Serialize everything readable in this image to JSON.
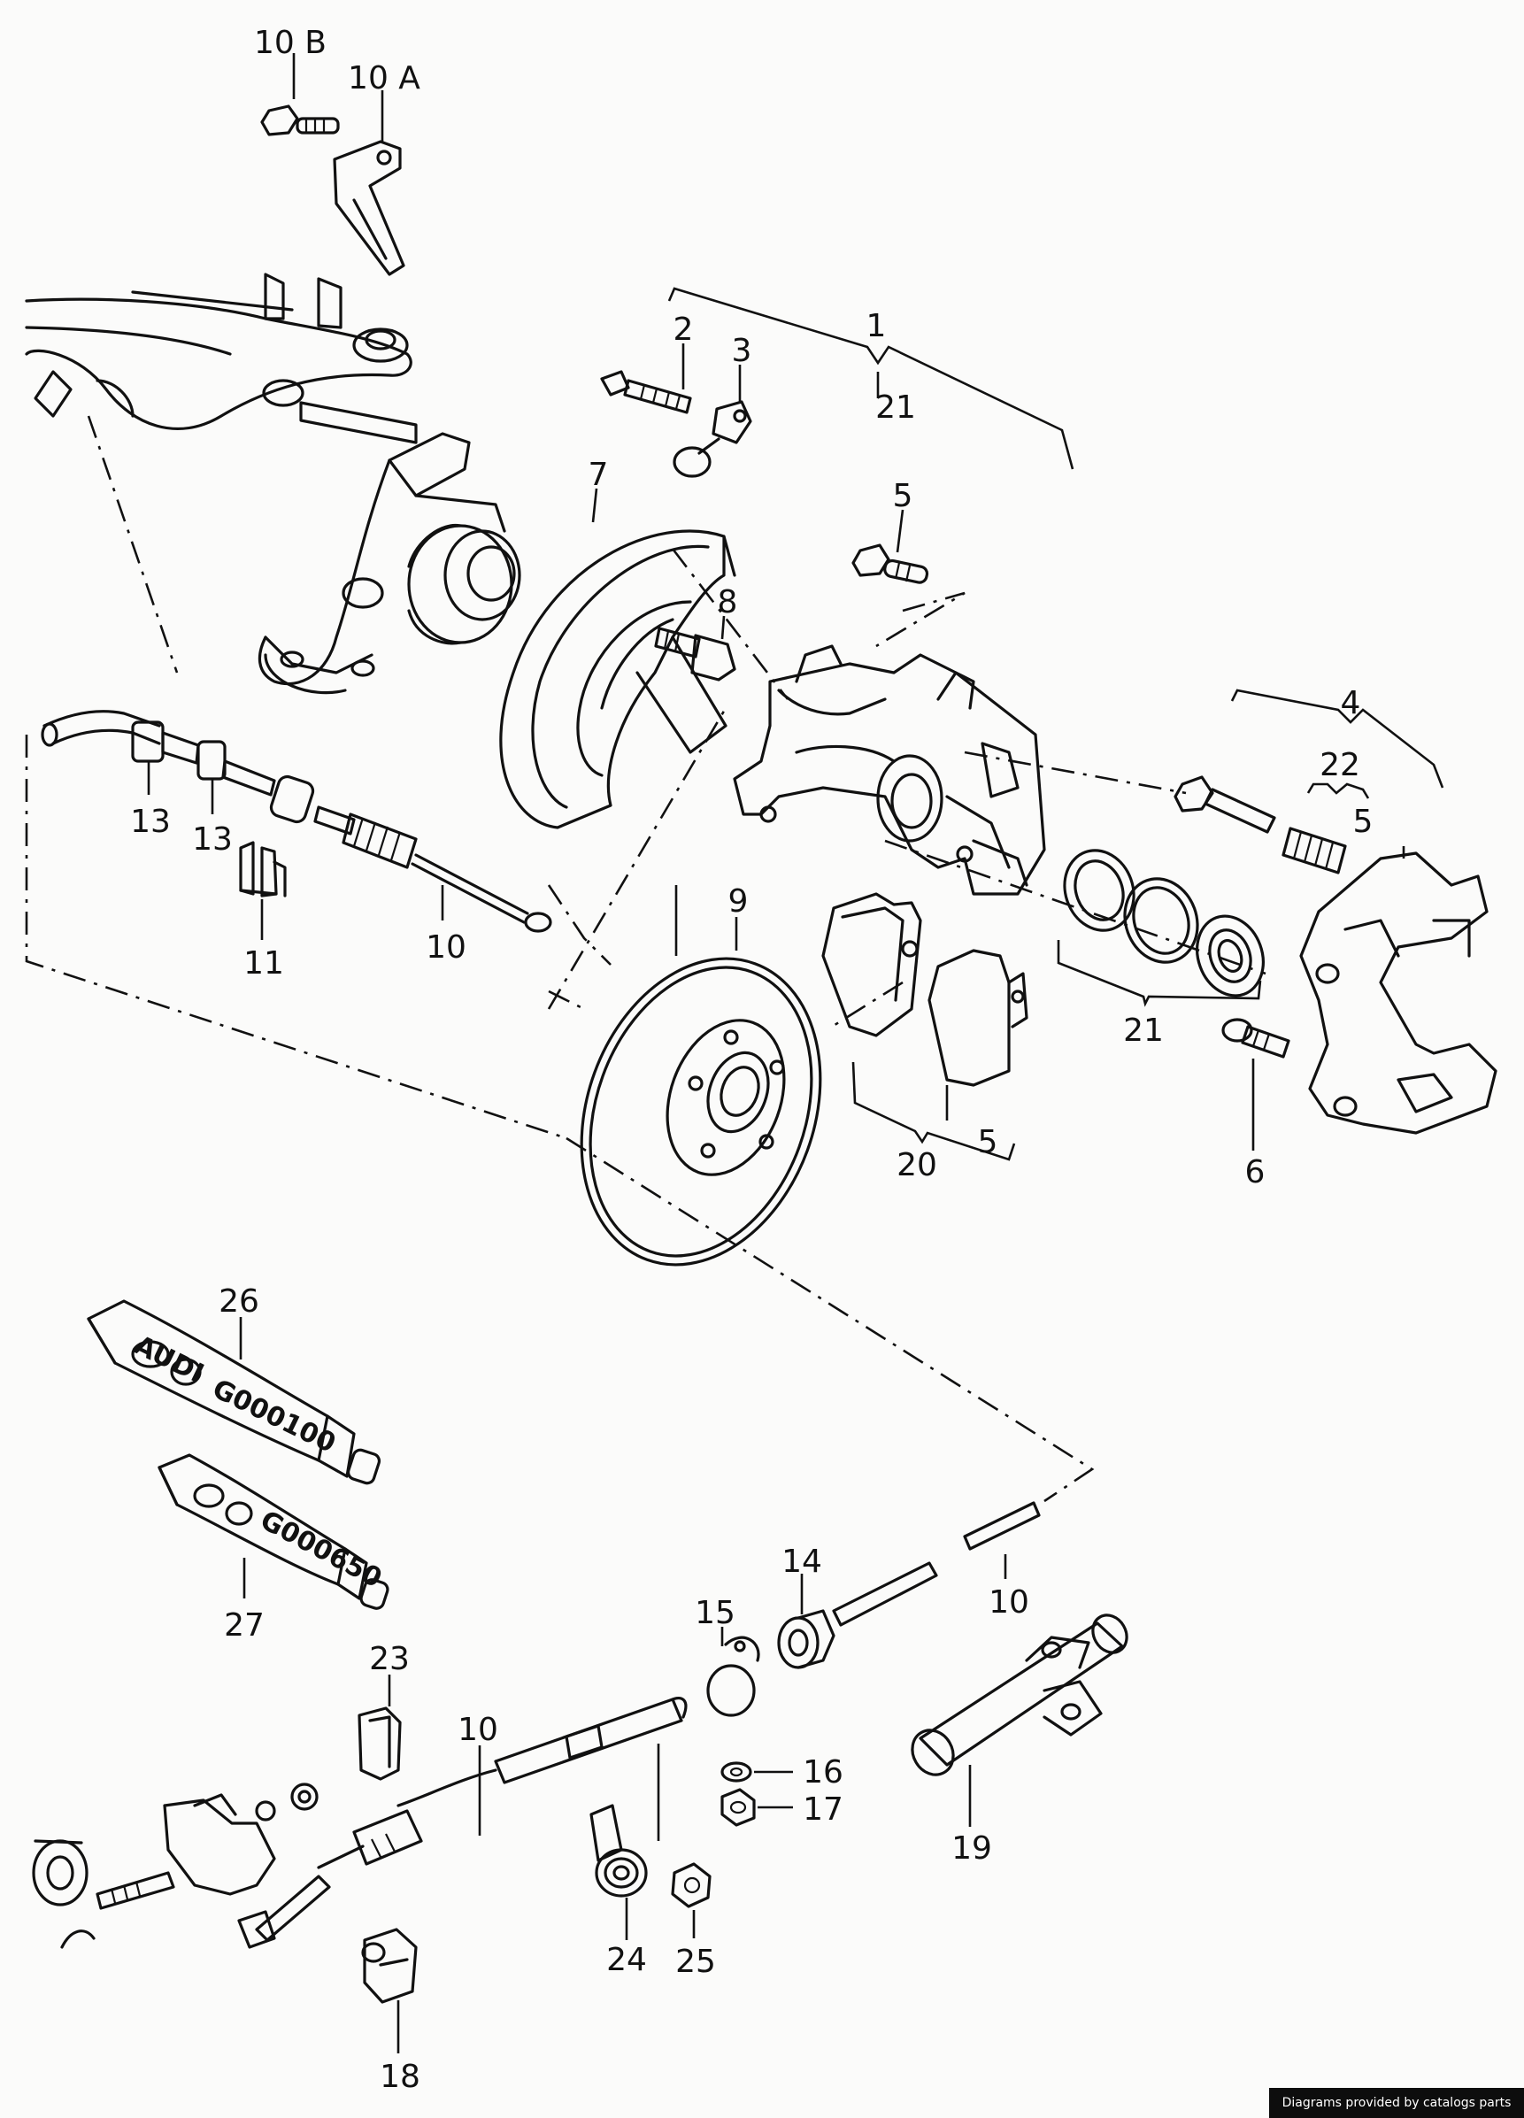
{
  "callouts": [
    {
      "id": "c10b",
      "text": "10 B"
    },
    {
      "id": "c10a",
      "text": "10 A"
    },
    {
      "id": "c1",
      "text": "1"
    },
    {
      "id": "c2",
      "text": "2"
    },
    {
      "id": "c3",
      "text": "3"
    },
    {
      "id": "c21a",
      "text": "21"
    },
    {
      "id": "c5a",
      "text": "5"
    },
    {
      "id": "c7",
      "text": "7"
    },
    {
      "id": "c8",
      "text": "8"
    },
    {
      "id": "c4",
      "text": "4"
    },
    {
      "id": "c22",
      "text": "22"
    },
    {
      "id": "c5b",
      "text": "5"
    },
    {
      "id": "c13a",
      "text": "13"
    },
    {
      "id": "c13b",
      "text": "13"
    },
    {
      "id": "c11",
      "text": "11"
    },
    {
      "id": "c10c",
      "text": "10"
    },
    {
      "id": "c9",
      "text": "9"
    },
    {
      "id": "c21b",
      "text": "21"
    },
    {
      "id": "c6",
      "text": "6"
    },
    {
      "id": "c20",
      "text": "20"
    },
    {
      "id": "c5c",
      "text": "5"
    },
    {
      "id": "c26",
      "text": "26"
    },
    {
      "id": "c27",
      "text": "27"
    },
    {
      "id": "c14",
      "text": "14"
    },
    {
      "id": "c10d",
      "text": "10"
    },
    {
      "id": "c15",
      "text": "15"
    },
    {
      "id": "c23",
      "text": "23"
    },
    {
      "id": "c10e",
      "text": "10"
    },
    {
      "id": "c16",
      "text": "16"
    },
    {
      "id": "c17",
      "text": "17"
    },
    {
      "id": "c19",
      "text": "19"
    },
    {
      "id": "c24",
      "text": "24"
    },
    {
      "id": "c25",
      "text": "25"
    },
    {
      "id": "c18",
      "text": "18"
    }
  ],
  "tube_labels": {
    "tube26": "G000100",
    "tube27": "G000650",
    "brand": "AUDI"
  },
  "footer": {
    "credit": "Diagrams provided by catalogs parts"
  }
}
